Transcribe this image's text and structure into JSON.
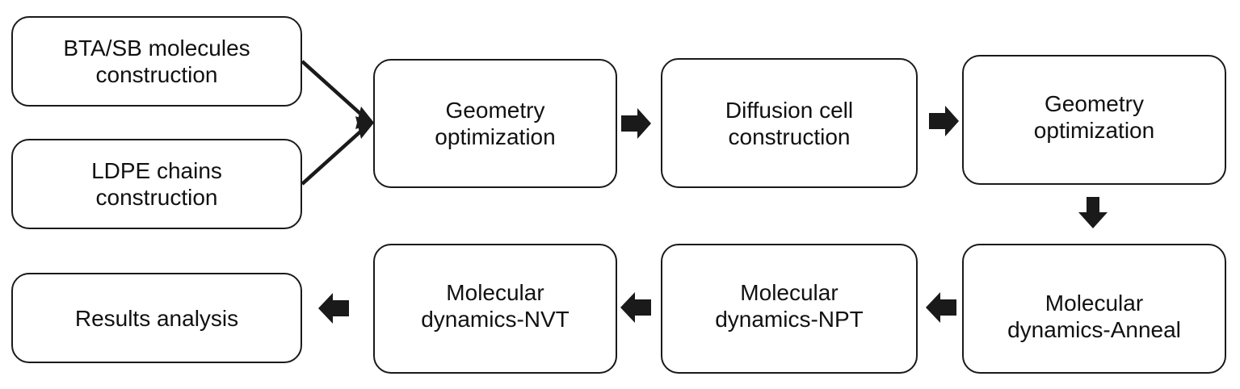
{
  "steps": {
    "bta_sb": {
      "lines": [
        "BTA/SB molecules",
        "construction"
      ]
    },
    "ldpe": {
      "lines": [
        "LDPE chains",
        "construction"
      ]
    },
    "geometry_opt_1": {
      "lines": [
        "Geometry",
        "optimization"
      ]
    },
    "diffusion_cell": {
      "lines": [
        "Diffusion cell",
        "construction"
      ]
    },
    "geometry_opt_2": {
      "lines": [
        "Geometry",
        "optimization"
      ]
    },
    "md_anneal": {
      "lines": [
        "Molecular",
        "dynamics-Anneal"
      ]
    },
    "md_npt": {
      "lines": [
        "Molecular",
        "dynamics-NPT"
      ]
    },
    "md_nvt": {
      "lines": [
        "Molecular",
        "dynamics-NVT"
      ]
    },
    "results": {
      "lines": [
        "Results analysis"
      ]
    }
  },
  "colors": {
    "stroke": "#1a1a1a",
    "text": "#111111",
    "background": "#ffffff"
  }
}
